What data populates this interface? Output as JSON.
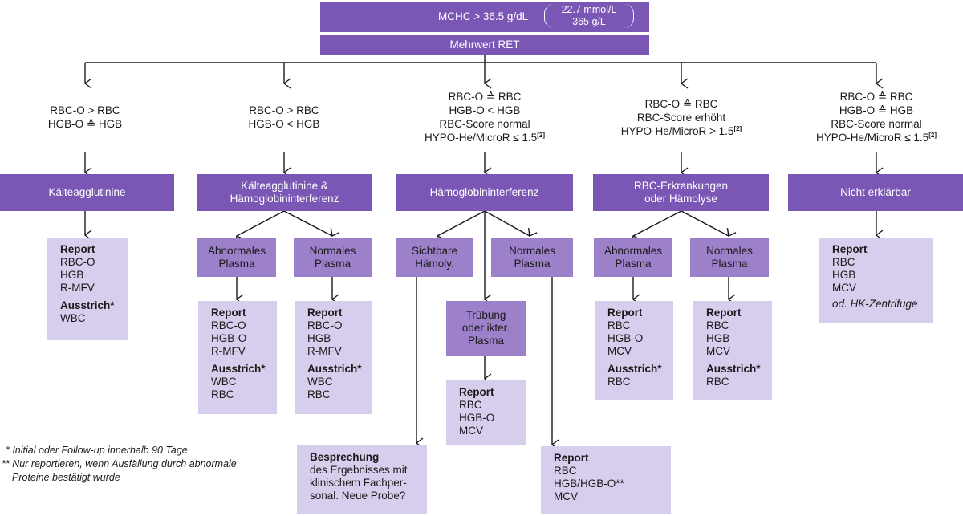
{
  "colors": {
    "dark": "#7a56b5",
    "mid": "#9c80c9",
    "light": "#d7cdec",
    "line": "#1a1a1a"
  },
  "header": {
    "condition": "MCHC > 36.5 g/dL",
    "unit_line1": "22.7 mmol/L",
    "unit_line2": "365 g/L",
    "next_step": "Mehrwert RET"
  },
  "columns": {
    "c1": {
      "cond": [
        "RBC-O > RBC",
        "HGB-O ≙ HGB"
      ],
      "result": "Kälteagglutinine",
      "report": {
        "title": "Report",
        "items": [
          "RBC-O",
          "HGB",
          "R-MFV"
        ],
        "smear_title": "Ausstrich*",
        "smear_items": [
          "WBC"
        ]
      }
    },
    "c2": {
      "cond": [
        "RBC-O > RBC",
        "HGB-O < HGB"
      ],
      "result_line1": "Kälteagglutinine &",
      "result_line2": "Hämoglobininterferenz",
      "abnormal": {
        "line1": "Abnormales",
        "line2": "Plasma",
        "report": {
          "title": "Report",
          "items": [
            "RBC-O",
            "HGB-O",
            "R-MFV"
          ],
          "smear_title": "Ausstrich*",
          "smear_items": [
            "WBC",
            "RBC"
          ]
        }
      },
      "normal": {
        "line1": "Normales",
        "line2": "Plasma",
        "report": {
          "title": "Report",
          "items": [
            "RBC-O",
            "HGB",
            "R-MFV"
          ],
          "smear_title": "Ausstrich*",
          "smear_items": [
            "WBC",
            "RBC"
          ]
        }
      }
    },
    "c3": {
      "cond": [
        "RBC-O ≙ RBC",
        "HGB-O < HGB",
        "RBC-Score normal",
        "HYPO-He/MicroR ≤ 1.5"
      ],
      "cond_sup": "[2]",
      "result": "Hämoglobininterferenz",
      "visible": {
        "line1": "Sichtbare",
        "line2": "Hämoly."
      },
      "turbid": {
        "line1": "Trübung",
        "line2": "oder ikter.",
        "line3": "Plasma",
        "report": {
          "title": "Report",
          "items": [
            "RBC",
            "HGB-O",
            "MCV"
          ]
        }
      },
      "normal": {
        "line1": "Normales",
        "line2": "Plasma",
        "report": {
          "title": "Report",
          "items": [
            "RBC",
            "HGB/HGB-O**",
            "MCV"
          ]
        }
      },
      "discussion": {
        "title": "Besprechung",
        "lines": [
          "des Ergebnisses mit",
          "klinischem Fachper-",
          "sonal. Neue Probe?"
        ]
      }
    },
    "c4": {
      "cond": [
        "RBC-O ≙ RBC",
        "RBC-Score erhöht",
        "HYPO-He/MicroR > 1.5"
      ],
      "cond_sup": "[2]",
      "result_line1": "RBC-Erkrankungen",
      "result_line2": "oder Hämolyse",
      "abnormal": {
        "line1": "Abnormales",
        "line2": "Plasma",
        "report": {
          "title": "Report",
          "items": [
            "RBC",
            "HGB-O",
            "MCV"
          ],
          "smear_title": "Ausstrich*",
          "smear_items": [
            "RBC"
          ]
        }
      },
      "normal": {
        "line1": "Normales",
        "line2": "Plasma",
        "report": {
          "title": "Report",
          "items": [
            "RBC",
            "HGB",
            "MCV"
          ],
          "smear_title": "Ausstrich*",
          "smear_items": [
            "RBC"
          ]
        }
      }
    },
    "c5": {
      "cond": [
        "RBC-O ≙ RBC",
        "HGB-O ≙ HGB",
        "RBC-Score normal",
        "HYPO-He/MicroR ≤ 1.5"
      ],
      "cond_sup": "[2]",
      "result": "Nicht erklärbar",
      "report": {
        "title": "Report",
        "items": [
          "RBC",
          "HGB",
          "MCV"
        ],
        "note": "od. HK-Zentrifuge"
      }
    }
  },
  "footnotes": {
    "n1": "* Initial oder Follow-up innerhalb 90 Tage",
    "n2": "** Nur reportieren, wenn Ausfällung durch abnormale",
    "n3": "Proteine bestätigt wurde"
  }
}
